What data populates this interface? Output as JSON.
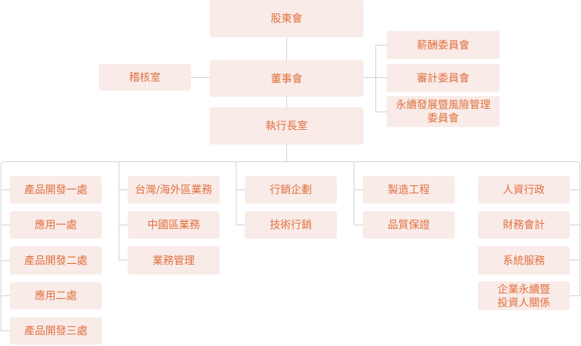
{
  "org": {
    "shareholders": "股東會",
    "board": "董事會",
    "audit_office": "稽核室",
    "ceo_office": "執行長室",
    "committees": [
      "薪酬委員會",
      "審計委員會",
      "永續發展暨風險管理\n委員會"
    ],
    "divisions": [
      [
        "產品開發一處",
        "應用一處",
        "產品開發二處",
        "應用二處",
        "產品開發三處"
      ],
      [
        "台灣/海外區業務",
        "中國區業務",
        "業務管理"
      ],
      [
        "行銷企劃",
        "技術行銷"
      ],
      [
        "製造工程",
        "品質保證"
      ],
      [
        "人資行政",
        "財務會計",
        "系統服務",
        "企業永續暨\n投資人關係"
      ]
    ]
  },
  "colors": {
    "box_bg": "#f9ebe8",
    "text": "#e0703e",
    "line": "#cfcfcf"
  }
}
